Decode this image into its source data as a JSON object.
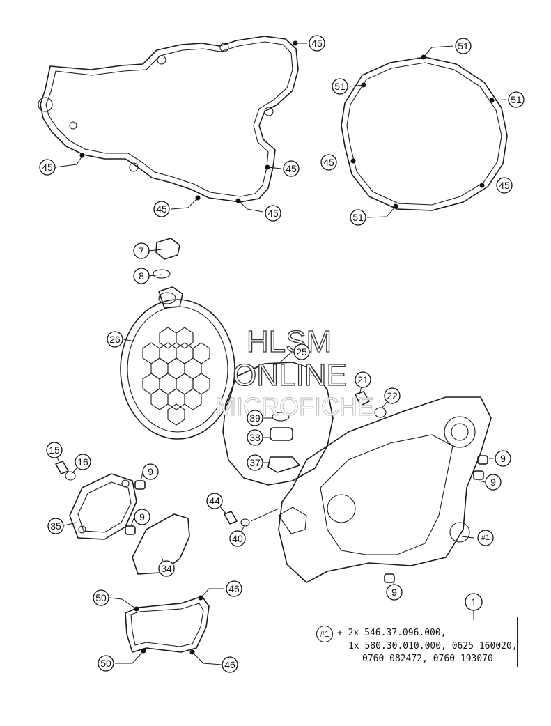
{
  "watermark": {
    "line1": "HLSM",
    "line2": "ONLINE",
    "line3": "MICROFICHE"
  },
  "callouts": [
    {
      "id": "c45a",
      "label": "45"
    },
    {
      "id": "c45b",
      "label": "45"
    },
    {
      "id": "c45c",
      "label": "45"
    },
    {
      "id": "c45d",
      "label": "45"
    },
    {
      "id": "c45e",
      "label": "45"
    },
    {
      "id": "c51a",
      "label": "51"
    },
    {
      "id": "c51b",
      "label": "51"
    },
    {
      "id": "c51c",
      "label": "51"
    },
    {
      "id": "c51d",
      "label": "51"
    },
    {
      "id": "c45f",
      "label": "45"
    },
    {
      "id": "c45g",
      "label": "45"
    },
    {
      "id": "c7",
      "label": "7"
    },
    {
      "id": "c8",
      "label": "8"
    },
    {
      "id": "c26",
      "label": "26"
    },
    {
      "id": "c25",
      "label": "25"
    },
    {
      "id": "c21",
      "label": "21"
    },
    {
      "id": "c22",
      "label": "22"
    },
    {
      "id": "c39",
      "label": "39"
    },
    {
      "id": "c38",
      "label": "38"
    },
    {
      "id": "c37",
      "label": "37"
    },
    {
      "id": "c15",
      "label": "15"
    },
    {
      "id": "c16",
      "label": "16"
    },
    {
      "id": "c9a",
      "label": "9"
    },
    {
      "id": "c9b",
      "label": "9"
    },
    {
      "id": "c9c",
      "label": "9"
    },
    {
      "id": "c9d",
      "label": "9"
    },
    {
      "id": "c9e",
      "label": "9"
    },
    {
      "id": "c35",
      "label": "35"
    },
    {
      "id": "c34",
      "label": "34"
    },
    {
      "id": "c44",
      "label": "44"
    },
    {
      "id": "c40",
      "label": "40"
    },
    {
      "id": "c1ref",
      "label": "#1"
    },
    {
      "id": "c50a",
      "label": "50"
    },
    {
      "id": "c46a",
      "label": "46"
    },
    {
      "id": "c50b",
      "label": "50"
    },
    {
      "id": "c46b",
      "label": "46"
    },
    {
      "id": "c1",
      "label": "1"
    }
  ],
  "note": {
    "badge": "#1",
    "line1": "+ 2x 546.37.096.000,",
    "line2": "1x 580.30.010.000, 0625 160020,",
    "line3": "0760 082472, 0760 193070"
  }
}
